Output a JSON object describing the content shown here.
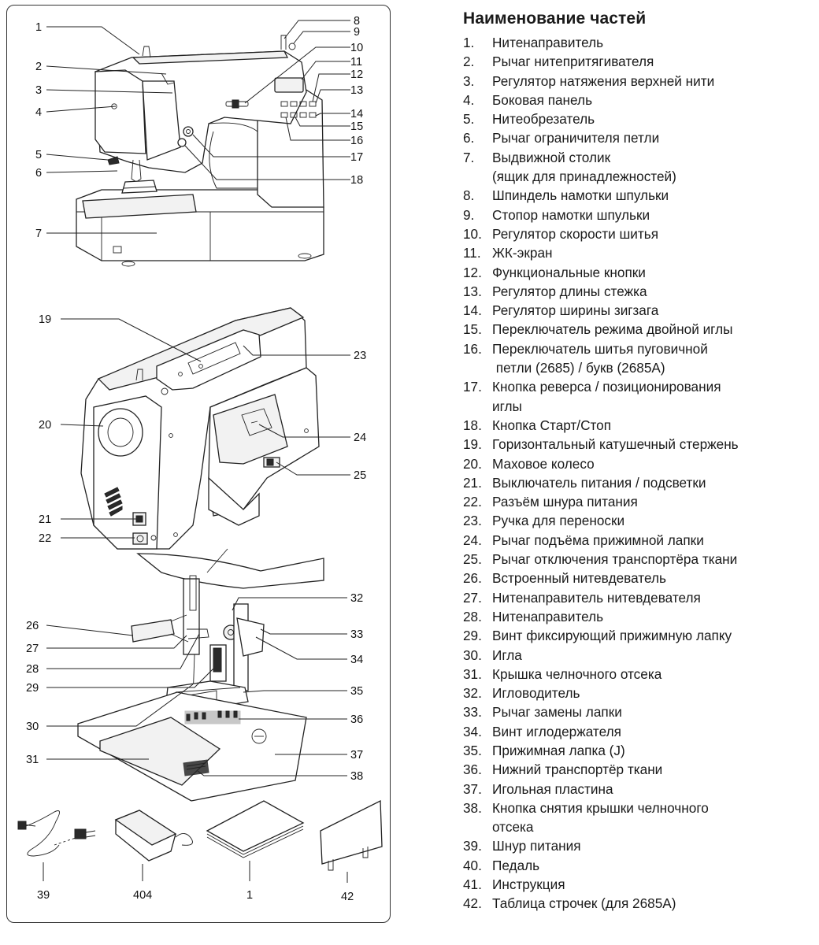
{
  "title": "Наименование частей",
  "parts": [
    {
      "num": "1.",
      "text": "Нитенаправитель"
    },
    {
      "num": "2.",
      "text": "Рычаг нитепритягивателя"
    },
    {
      "num": "3.",
      "text": "Регулятор натяжения верхней нити"
    },
    {
      "num": "4.",
      "text": "Боковая панель"
    },
    {
      "num": "5.",
      "text": "Нитеобрезатель"
    },
    {
      "num": "6.",
      "text": "Рычаг ограничителя петли"
    },
    {
      "num": "7.",
      "text": "Выдвижной столик",
      "cont": "(ящик для принадлежностей)"
    },
    {
      "num": "8.",
      "text": "Шпиндель намотки шпульки"
    },
    {
      "num": "9.",
      "text": "Стопор намотки шпульки"
    },
    {
      "num": "10.",
      "text": "Регулятор скорости шитья"
    },
    {
      "num": "11.",
      "text": "ЖК-экран"
    },
    {
      "num": "12.",
      "text": "Функциональные кнопки"
    },
    {
      "num": "13.",
      "text": "Регулятор длины стежка"
    },
    {
      "num": "14.",
      "text": "Регулятор ширины зигзага"
    },
    {
      "num": "15.",
      "text": "Переключатель режима двойной иглы"
    },
    {
      "num": "16.",
      "text": "Переключатель шитья пуговичной",
      "cont": " петли (2685) / букв (2685A)"
    },
    {
      "num": "17.",
      "text": "Кнопка реверса / позиционирования",
      "cont": "иглы"
    },
    {
      "num": "18.",
      "text": "Кнопка Старт/Стоп"
    },
    {
      "num": "19.",
      "text": "Горизонтальный катушечный стержень"
    },
    {
      "num": "20.",
      "text": "Маховое колесо"
    },
    {
      "num": "21.",
      "text": "Выключатель питания / подсветки"
    },
    {
      "num": "22.",
      "text": "Разъём шнура питания"
    },
    {
      "num": "23.",
      "text": "Ручка для переноски"
    },
    {
      "num": "24.",
      "text": "Рычаг подъёма прижимной лапки"
    },
    {
      "num": "25.",
      "text": "Рычаг отключения транспортёра ткани"
    },
    {
      "num": "26.",
      "text": "Встроенный нитевдеватель"
    },
    {
      "num": "27.",
      "text": "Нитенаправитель нитевдевателя"
    },
    {
      "num": "28.",
      "text": "Нитенаправитель"
    },
    {
      "num": "29.",
      "text": "Винт фиксирующий прижимную лапку"
    },
    {
      "num": "30.",
      "text": "Игла"
    },
    {
      "num": "31.",
      "text": "Крышка челночного отсека"
    },
    {
      "num": "32.",
      "text": "Игловодитель"
    },
    {
      "num": "33.",
      "text": "Рычаг замены лапки"
    },
    {
      "num": "34.",
      "text": "Винт иглодержателя"
    },
    {
      "num": "35.",
      "text": "Прижимная лапка (J)"
    },
    {
      "num": "36.",
      "text": "Нижний транспортёр ткани"
    },
    {
      "num": "37.",
      "text": "Игольная пластина"
    },
    {
      "num": "38.",
      "text": "Кнопка снятия крышки челночного",
      "cont": "отсека"
    },
    {
      "num": "39.",
      "text": "Шнур питания"
    },
    {
      "num": "40.",
      "text": "Педаль"
    },
    {
      "num": "41.",
      "text": "Инструкция"
    },
    {
      "num": "42.",
      "text": "Таблица строчек (для 2685A)"
    }
  ],
  "callouts": {
    "front": [
      "1",
      "2",
      "3",
      "4",
      "5",
      "6",
      "7",
      "8",
      "9",
      "10",
      "11",
      "12",
      "13",
      "14",
      "15",
      "16",
      "17",
      "18"
    ],
    "back": [
      "19",
      "20",
      "21",
      "22",
      "23",
      "24",
      "25"
    ],
    "needle": [
      "26",
      "27",
      "28",
      "29",
      "30",
      "31",
      "32",
      "33",
      "34",
      "35",
      "36",
      "37",
      "38"
    ],
    "accessories": [
      "39",
      "404",
      "1",
      "42"
    ]
  }
}
